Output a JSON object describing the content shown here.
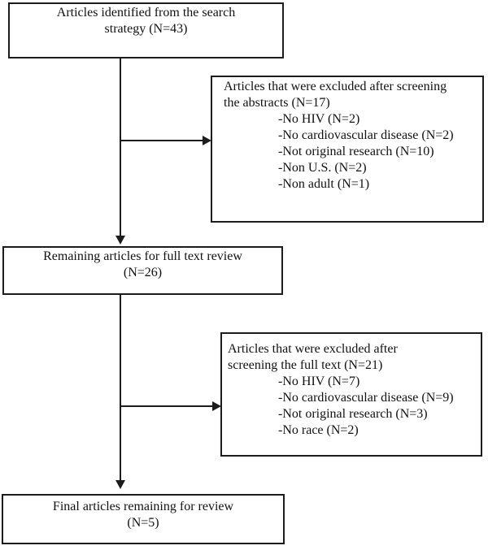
{
  "diagram": {
    "type": "flowchart",
    "colors": {
      "background": "#ffffff",
      "border": "#1c1c1c",
      "text": "#111111",
      "line": "#1c1c1c"
    },
    "boxes": {
      "identified": {
        "lines": [
          "Articles identified from the search",
          "strategy (N=43)"
        ]
      },
      "excluded_abstracts": {
        "header_lines": [
          "Articles that were excluded after screening",
          "the abstracts (N=17)"
        ],
        "items": [
          "-No HIV (N=2)",
          "-No cardiovascular disease (N=2)",
          "-Not original research (N=10)",
          "-Non U.S. (N=2)",
          "-Non adult (N=1)"
        ]
      },
      "remaining": {
        "lines": [
          "Remaining articles for full text review",
          "(N=26)"
        ]
      },
      "excluded_fulltext": {
        "header_lines": [
          "Articles that were excluded after",
          "screening the full text (N=21)"
        ],
        "items": [
          "-No HIV (N=7)",
          "-No cardiovascular disease (N=9)",
          "-Not original research (N=3)",
          "-No race (N=2)"
        ]
      },
      "final": {
        "lines": [
          "Final articles remaining for review",
          "(N=5)"
        ]
      }
    }
  }
}
